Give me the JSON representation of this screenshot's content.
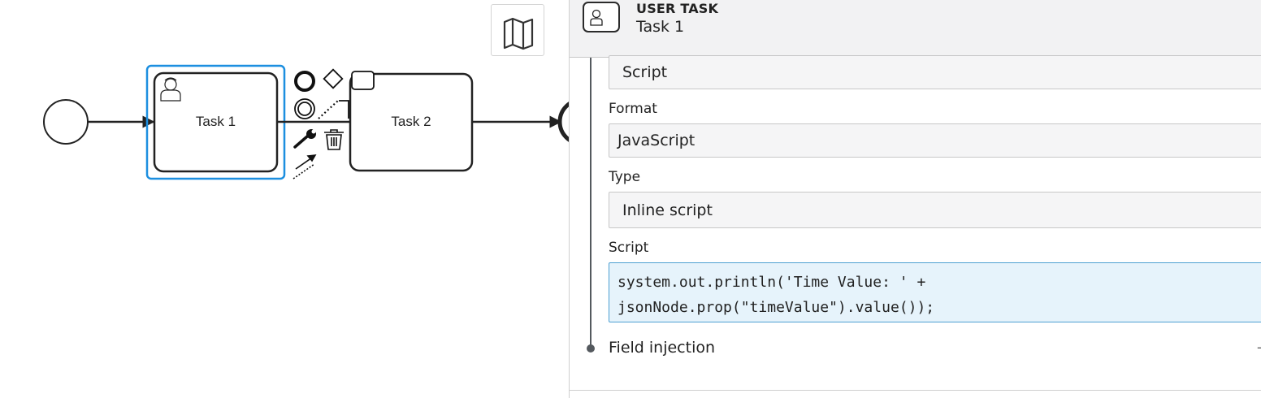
{
  "diagram": {
    "task1_label": "Task 1",
    "task2_label": "Task 2",
    "selection_color": "#1c8fe0"
  },
  "toolbar": {
    "minimap_icon": "map-icon"
  },
  "context_pad": {
    "icons": [
      "end-event-icon",
      "gateway-icon",
      "task-icon",
      "intermediate-event-icon",
      "connect-icon",
      "wrench-icon",
      "delete-icon",
      "sequence-flow-icon"
    ]
  },
  "panel": {
    "element_type": "USER TASK",
    "element_name": "Task 1",
    "header_icon": "user-task-icon",
    "fields": {
      "implementation_value": "Script",
      "format_label": "Format",
      "format_value": "JavaScript",
      "type_label": "Type",
      "type_value": "Inline script",
      "script_label": "Script",
      "script_line1": "system.out.println('Time Value: ' +",
      "script_line2": "jsonNode.prop(\"timeValue\").value());"
    },
    "field_injection_label": "Field injection",
    "accent_color": "#e6f3fb",
    "focus_border": "#4ea0d2"
  }
}
